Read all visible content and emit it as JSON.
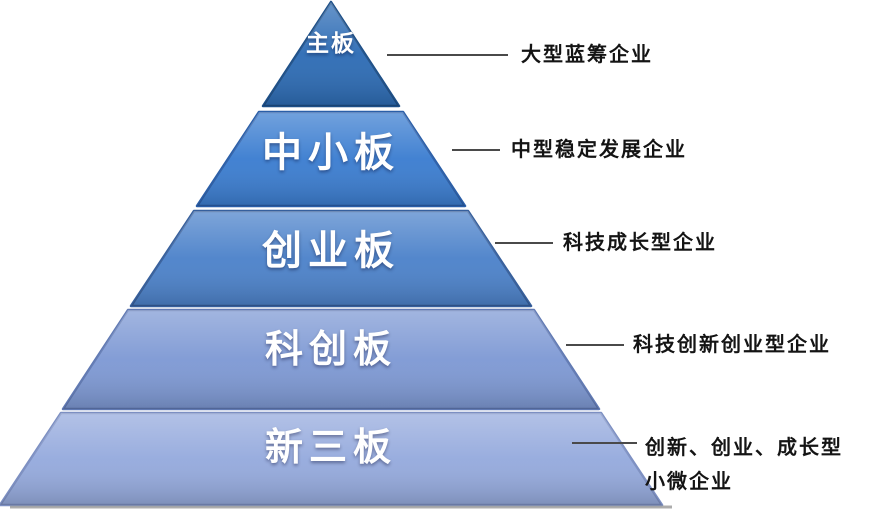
{
  "diagram": {
    "type": "pyramid",
    "levels": [
      {
        "label": "主板",
        "description": "大型蓝筹企业",
        "color": "#2d6cb5"
      },
      {
        "label": "中小板",
        "description": "中型稳定发展企业",
        "color": "#3b7dd0"
      },
      {
        "label": "创业板",
        "description": "科技成长型企业",
        "color": "#4c82ca"
      },
      {
        "label": "科创板",
        "description": "科技创新创业型企业",
        "color": "#7e99d4"
      },
      {
        "label": "新三板",
        "description": "创新、创业、成长型小微企业",
        "color": "#95aadd"
      }
    ]
  }
}
